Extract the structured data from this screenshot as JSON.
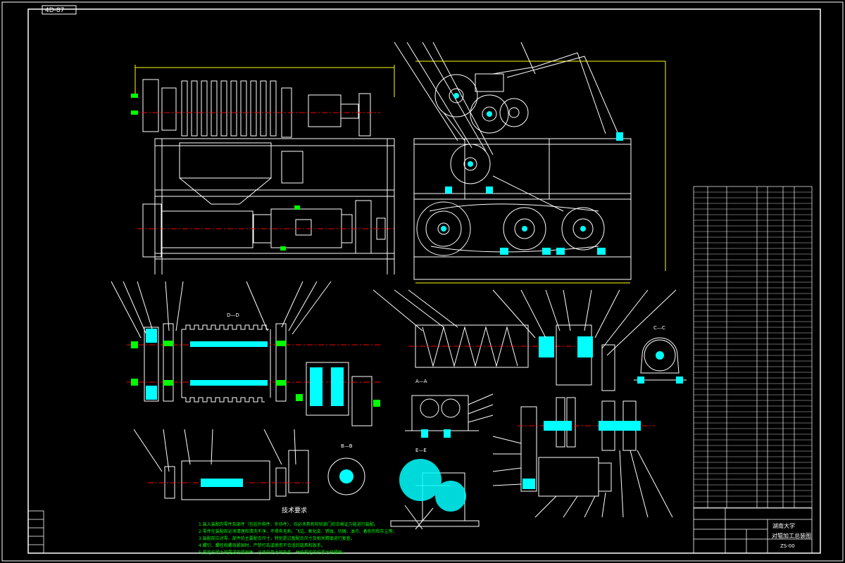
{
  "drawing": {
    "corner_tag": "4D-87",
    "technical_requirements_title": "技术要求",
    "notes": [
      "1.装入装配的零件及部件（包括外购件、外协件），均必须具有检验部门的合格证方能进行装配。",
      "2.零件在装配前必须清理和清洗干净，不得有毛刺、飞边、氧化皮、锈蚀、切屑、油污、着色剂和灰尘等。",
      "3.装配前应对零、部件的主要配合尺寸，特别是过盈配合尺寸及相关精度进行复查。",
      "4.螺钉、螺栓和螺母紧固时，严禁打击或使用不合适的旋具和扳手。",
      "5.规定拧紧力矩要求的紧固件，必须采用力矩扳手，并按规定的拧紧力矩紧固。"
    ],
    "section_labels": [
      "A—A",
      "B—B",
      "C—C",
      "D—D",
      "E—E"
    ],
    "title_block": {
      "university": "湖南大学",
      "drawing_name": "对辊加工总装图",
      "drawing_number": "ZS-00"
    },
    "colors": {
      "background": "#000000",
      "outline": "#ffffff",
      "centerline": "#ff0000",
      "hatch": "#00ffff",
      "note_text": "#00ff00",
      "dimension": "#ffff00"
    }
  }
}
